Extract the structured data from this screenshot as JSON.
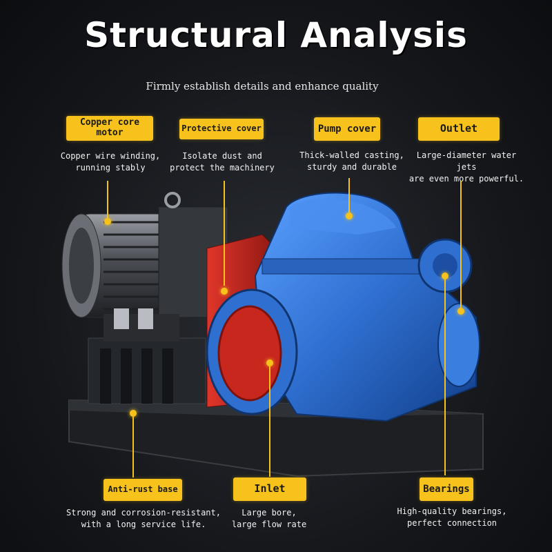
{
  "header": {
    "title": "Structural Analysis",
    "subtitle": "Firmly establish details and enhance quality"
  },
  "callouts": {
    "motor": {
      "label": "Copper core motor",
      "desc1": "Copper wire winding,",
      "desc2": "running stably"
    },
    "cover": {
      "label": "Protective cover",
      "desc1": "Isolate dust and",
      "desc2": "protect the machinery"
    },
    "pump": {
      "label": "Pump cover",
      "desc1": "Thick-walled casting,",
      "desc2": "sturdy and durable"
    },
    "outlet": {
      "label": "Outlet",
      "desc1": "Large-diameter water jets",
      "desc2": "are even more powerful."
    },
    "base": {
      "label": "Anti-rust base",
      "desc1": "Strong and corrosion-resistant,",
      "desc2": "with a long service life."
    },
    "inlet": {
      "label": "Inlet",
      "desc1": "Large bore,",
      "desc2": "large flow rate"
    },
    "bearings": {
      "label": "Bearings",
      "desc1": "High-quality bearings,",
      "desc2": "perfect connection"
    }
  },
  "colors": {
    "accent": "#f6c21b",
    "pump_blue": "#2f6fd0",
    "guard_red": "#c8271e",
    "background": "#15171b"
  }
}
